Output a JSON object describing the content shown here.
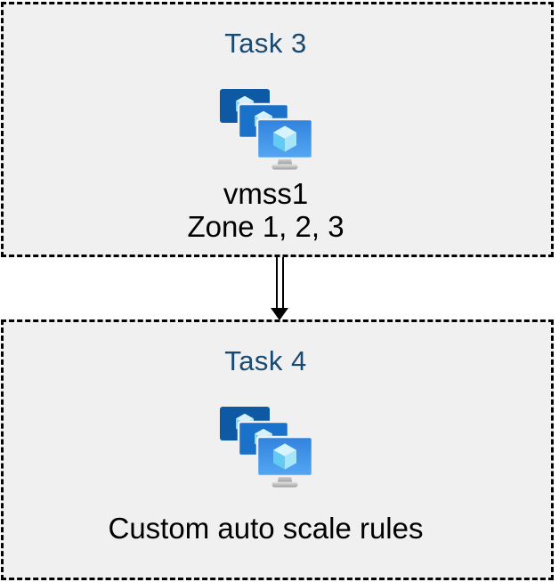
{
  "page": {
    "background": "#FFFFFF"
  },
  "colors": {
    "box_fill": "#F0F0F0",
    "box_border": "#000000",
    "task_title_blue": "#194A72",
    "body_text": "#000000",
    "monitor_back_blue": "#0D59A3",
    "monitor_middle_blue": "#1971C9",
    "monitor_front_gradient_top": "#3182DC",
    "monitor_front_gradient_bottom": "#55A7F4",
    "cube_top_face": "#D6F1FB",
    "cube_left_face": "#7ED5F5",
    "cube_right_face": "#AEE8FB"
  },
  "tasks": [
    {
      "title": "Task 3",
      "icon": "vm-scale-sets-icon",
      "lines": [
        "vmss1",
        "Zone 1, 2, 3"
      ]
    },
    {
      "title": "Task 4",
      "icon": "vm-scale-sets-icon",
      "lines": [
        "Custom auto scale rules"
      ]
    }
  ],
  "connector": {
    "shape": "double-line-arrow",
    "direction": "down"
  }
}
